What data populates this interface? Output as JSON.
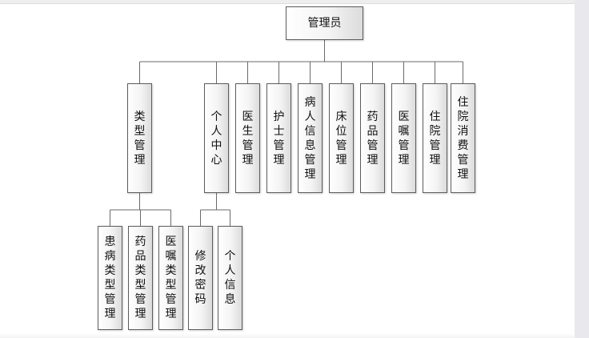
{
  "root": {
    "label": "管理员"
  },
  "level1": [
    {
      "label": "类型管理",
      "children": [
        {
          "label": "患病类型管理"
        },
        {
          "label": "药品类型管理"
        },
        {
          "label": "医嘱类型管理"
        }
      ]
    },
    {
      "label": "个人中心",
      "children": [
        {
          "label": "修改密码"
        },
        {
          "label": "个人信息"
        }
      ]
    },
    {
      "label": "医生管理"
    },
    {
      "label": "护士管理"
    },
    {
      "label": "病人信息管理"
    },
    {
      "label": "床位管理"
    },
    {
      "label": "药品管理"
    },
    {
      "label": "医嘱管理"
    },
    {
      "label": "住院管理"
    },
    {
      "label": "住院消费管理"
    }
  ],
  "colors": {
    "line": "#6a6a6a",
    "border": "#5c5c5c"
  }
}
